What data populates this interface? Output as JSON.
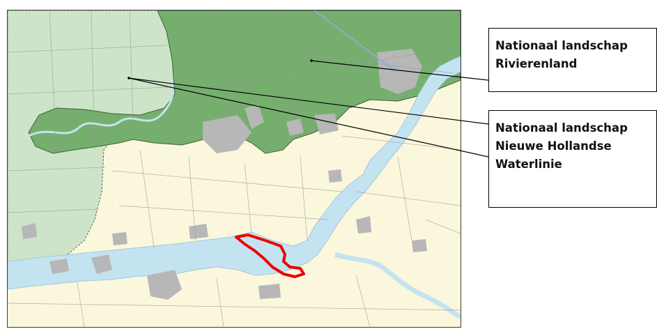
{
  "callouts": [
    {
      "line1": "Nationaal landschap",
      "line2": "Rivierenland"
    },
    {
      "line1": "Nationaal landschap",
      "line2": "Nieuwe Hollandse",
      "line3": "Waterlinie"
    }
  ],
  "legend_colors": {
    "rivierenland": "#76ae6e",
    "waterlinie": "#cde4c9",
    "water": "#c4e3f1",
    "urban": "#b7b7b7",
    "base": "#fbf7dc",
    "highlight": "#ee0000"
  }
}
